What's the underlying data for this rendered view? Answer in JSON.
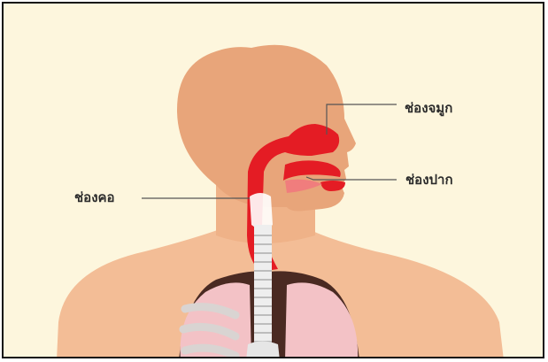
{
  "labels": {
    "nasal_cavity": "ช่องจมูก",
    "oral_cavity": "ช่องปาก",
    "pharynx": "ช่องคอ"
  },
  "colors": {
    "background": "#fdf6dd",
    "skin": "#f3b98d",
    "head": "#e8a57a",
    "airway": "#e41c24",
    "lung": "#f4c6cc",
    "trachea": "#f2f2f2"
  }
}
